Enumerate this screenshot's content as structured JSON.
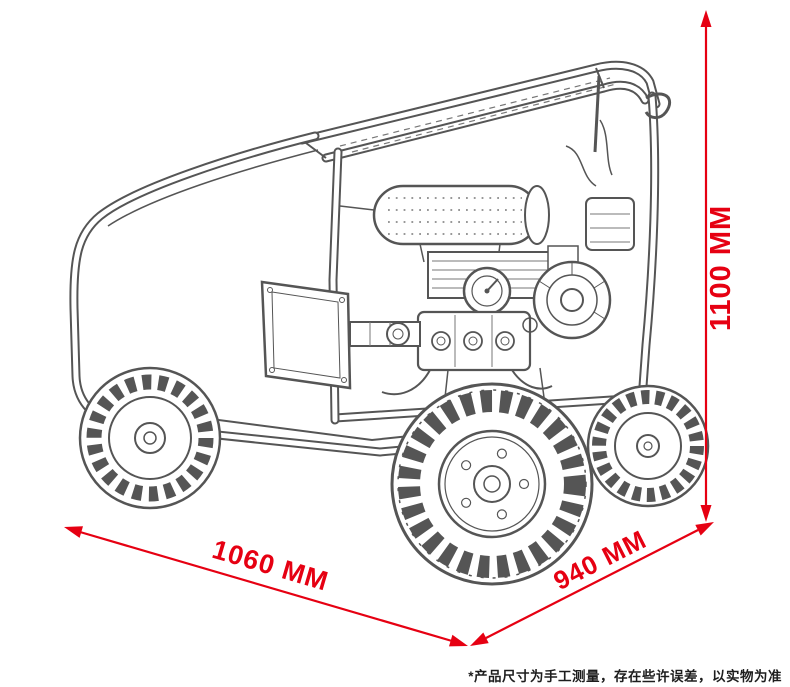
{
  "diagram": {
    "accent_color": "#e60012",
    "sketch_color": "#555555",
    "dimensions": {
      "height": {
        "label": "1100 MM"
      },
      "length": {
        "label": "1060 MM"
      },
      "depth": {
        "label": "940 MM"
      }
    },
    "footnote": "*产品尺寸为手工测量，存在些许误差，以实物为准"
  }
}
